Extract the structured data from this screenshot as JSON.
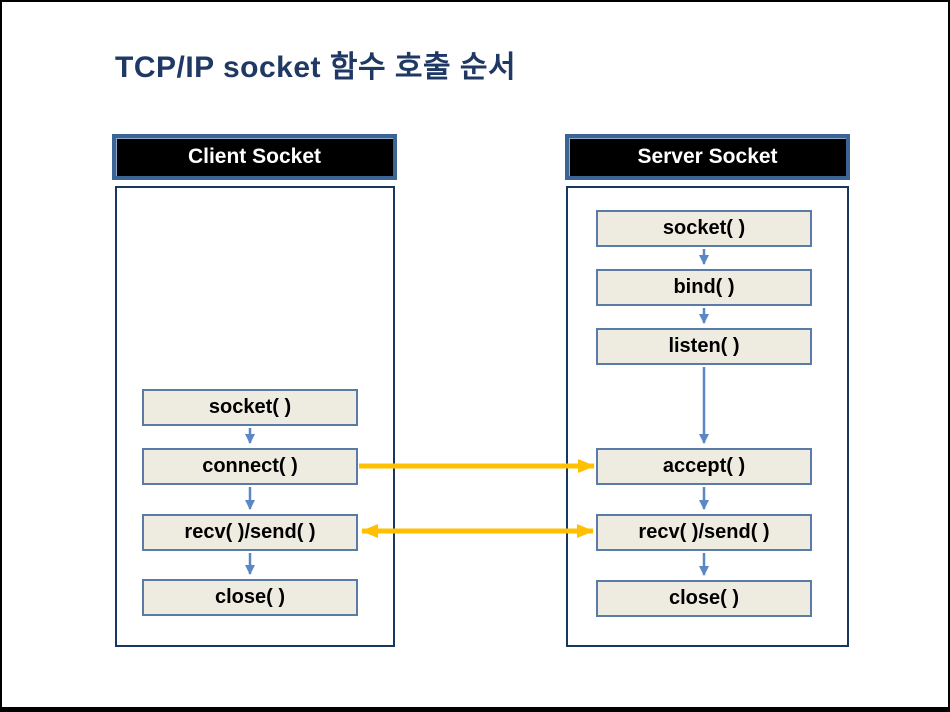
{
  "title": "TCP/IP socket 함수 호출 순서",
  "client": {
    "header": "Client Socket",
    "boxes": [
      {
        "label": "socket( )"
      },
      {
        "label": "connect( )"
      },
      {
        "label": "recv( )/send( )"
      },
      {
        "label": "close( )"
      }
    ]
  },
  "server": {
    "header": "Server Socket",
    "boxes": [
      {
        "label": "socket( )"
      },
      {
        "label": "bind( )"
      },
      {
        "label": "listen( )"
      },
      {
        "label": "accept( )"
      },
      {
        "label": "recv( )/send( )"
      },
      {
        "label": "close( )"
      }
    ]
  },
  "arrows": {
    "flow_direction": "down",
    "cross": [
      {
        "from": "connect( )",
        "to": "accept( )",
        "direction": "right"
      },
      {
        "from": "recv( )/send( )",
        "to": "recv( )/send( )",
        "direction": "both"
      }
    ]
  },
  "colors": {
    "title_text": "#1F3864",
    "header_bg": "#000000",
    "header_text": "#FFFFFF",
    "header_border": "#3C6595",
    "container_border": "#17375E",
    "box_fill": "#EEECE1",
    "box_border": "#5A7BA6",
    "box_text": "#000000",
    "flow_arrow": "#5B87C5",
    "cross_arrow": "#FFC000",
    "page_border": "#000000"
  }
}
